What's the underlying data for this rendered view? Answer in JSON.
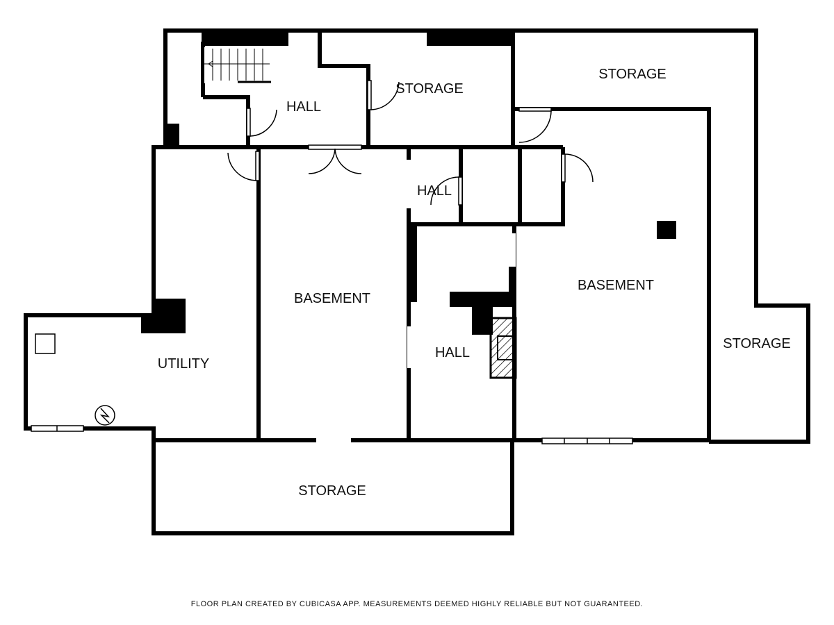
{
  "rooms": {
    "storage_top_mid": "STORAGE",
    "storage_top_right": "STORAGE",
    "hall_top": "HALL",
    "hall_small": "HALL",
    "basement_left": "BASEMENT",
    "basement_right": "BASEMENT",
    "hall_center": "HALL",
    "utility": "UTILITY",
    "storage_right": "STORAGE",
    "storage_bottom": "STORAGE"
  },
  "footer": {
    "note": "FLOOR PLAN CREATED BY CUBICASA APP. MEASUREMENTS DEEMED HIGHLY RELIABLE BUT NOT GUARANTEED."
  },
  "colors": {
    "wall": "#000000",
    "background": "#ffffff"
  }
}
